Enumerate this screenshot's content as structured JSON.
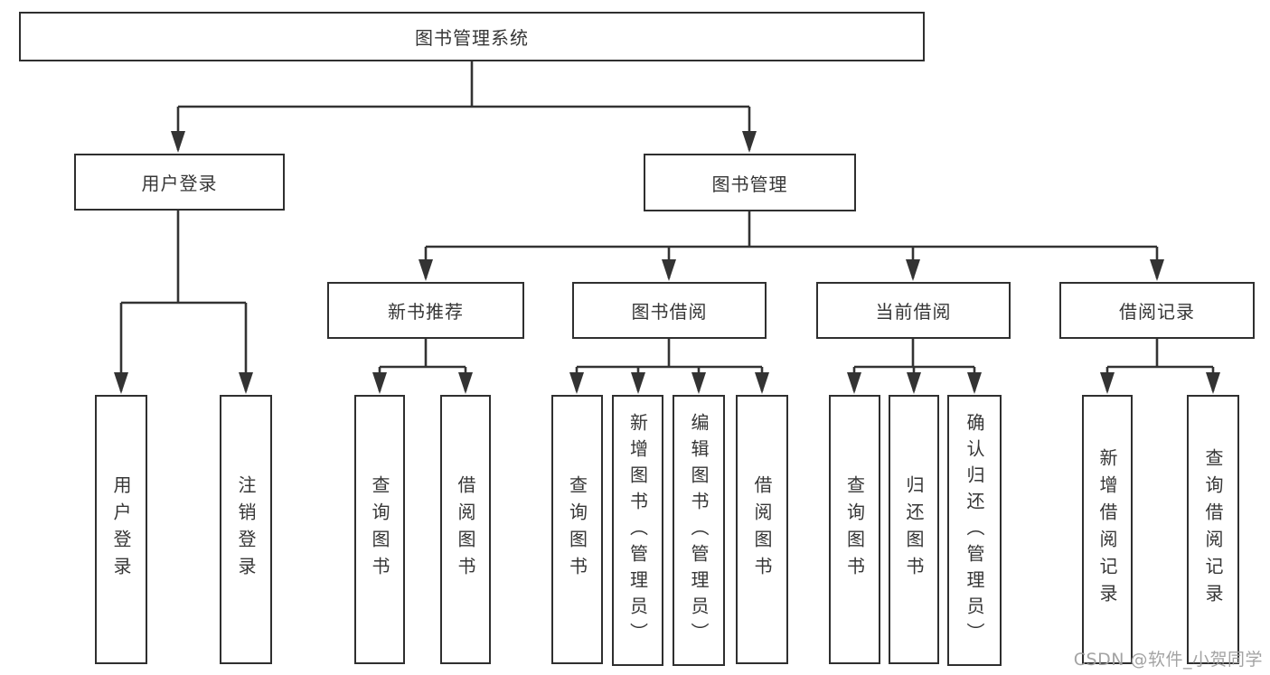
{
  "diagram": {
    "title_node": "图书管理系统",
    "nodes": {
      "root": "图书管理系统",
      "user_login": "用户登录",
      "book_management": "图书管理",
      "new_book_recommend": "新书推荐",
      "book_borrow": "图书借阅",
      "current_borrow": "当前借阅",
      "borrow_records": "借阅记录",
      "leaf_user_login": "用户登录",
      "leaf_logout": "注销登录",
      "nb_query_books": "查询图书",
      "nb_borrow_books": "借阅图书",
      "bb_query_books": "查询图书",
      "bb_add_books": "新增图书（管理员）",
      "bb_edit_books": "编辑图书（管理员）",
      "bb_borrow_books": "借阅图书",
      "cb_query_books": "查询图书",
      "cb_return_books": "归还图书",
      "cb_confirm_return": "确认归还（管理员）",
      "br_add_record": "新增借阅记录",
      "br_query_record": "查询借阅记录"
    },
    "colors": {
      "line": "#333333",
      "box_border": "#2f2f2f",
      "text": "#363636",
      "watermark": "#9e9e9e",
      "background": "#ffffff"
    }
  },
  "watermark": {
    "text": "CSDN @软件_小贺同学"
  }
}
